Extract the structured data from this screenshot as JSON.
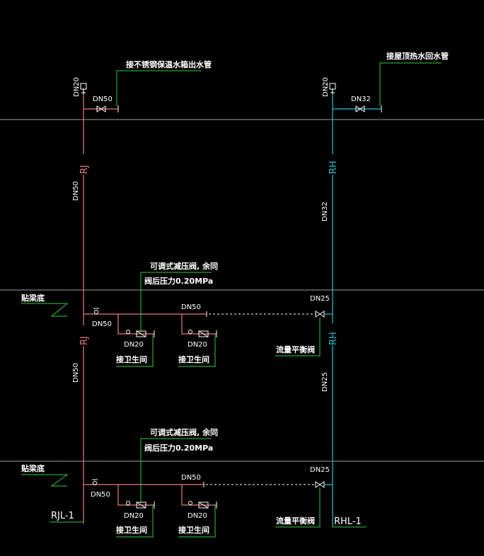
{
  "colors": {
    "background": "#000000",
    "supply": "#e87c7c",
    "return": "#22c4d8",
    "leader": "#2ecc40",
    "floor": "#a0a0a0",
    "text": "#ffffff"
  },
  "top": {
    "supply_note": "接不锈钢保温水箱出水管",
    "return_note": "接屋顶热水回水管",
    "supply_vent_size": "DN20",
    "supply_branch_size": "DN50",
    "return_vent_size": "DN20",
    "return_branch_size": "DN32"
  },
  "risers": {
    "supply_code": "RJ",
    "return_code": "RH",
    "supply_upper_size": "DN50",
    "return_upper_size": "DN32",
    "supply_lower_size": "DN50",
    "return_lower_size": "DN25",
    "supply_tag": "RJL-1",
    "return_tag": "RHL-1"
  },
  "floors": [
    {
      "beam_note": "贴梁底",
      "prv_note_1": "可调式减压阀, 余同",
      "prv_note_2": "阀后压力0.20MPa",
      "branch_size": "DN50",
      "main_size": "DN50",
      "balance_size": "DN25",
      "balance_note": "流量平衡阀",
      "fixtures": [
        {
          "size": "DN20",
          "note": "接卫生间"
        },
        {
          "size": "DN20",
          "note": "接卫生间"
        }
      ]
    },
    {
      "beam_note": "贴梁底",
      "prv_note_1": "可调式减压阀, 余同",
      "prv_note_2": "阀后压力0.20MPa",
      "branch_size": "DN50",
      "main_size": "DN50",
      "balance_size": "DN25",
      "balance_note": "流量平衡阀",
      "fixtures": [
        {
          "size": "DN20",
          "note": "接卫生间"
        },
        {
          "size": "DN20",
          "note": "接卫生间"
        }
      ]
    }
  ]
}
